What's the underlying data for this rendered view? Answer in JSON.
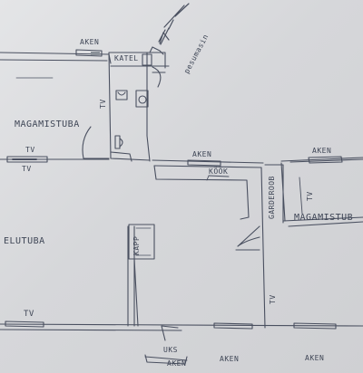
{
  "labels": {
    "aken_top": "AKEN",
    "katel": "KATEL",
    "pesumasin": "pesumasin",
    "tv_bath": "TV",
    "magamistuba_left": "MAGAMISTUBA",
    "tv_left_a": "TV",
    "tv_left_b": "TV",
    "aken_mid": "AKEN",
    "kook": "KÖÖK",
    "aken_right": "AKEN",
    "garderoob": "GARDEROOB",
    "tv_right": "TV",
    "magamistuba_right": "MAGAMISTUB",
    "elutuba": "ELUTUBA",
    "kapp": "KAPP",
    "tv_bottom": "TV",
    "tv_door": "TV",
    "uks": "UKS",
    "aken_bottom_1": "AKEN",
    "aken_bottom_2": "AKEN",
    "aken_bottom_3": "AKEN"
  },
  "colors": {
    "ink": "#4a5060",
    "paper": "#dcdde0"
  }
}
